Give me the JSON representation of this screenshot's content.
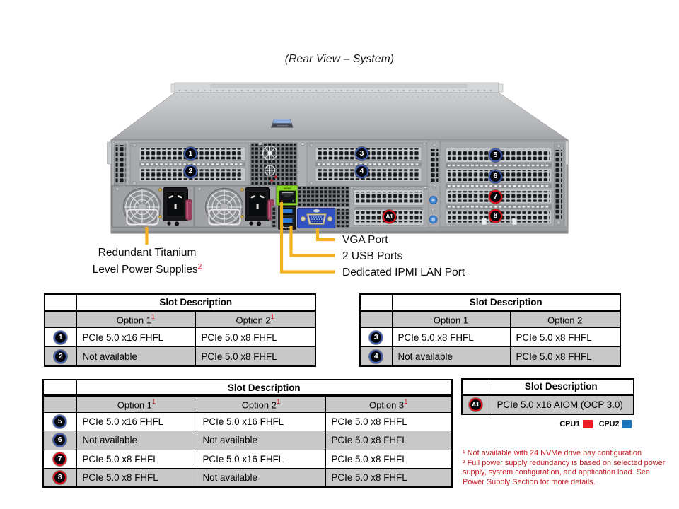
{
  "title": "(Rear View – System)",
  "illustration": {
    "description": "Server chassis rear view",
    "mgmt_port_label": "MGMT",
    "callouts": [
      {
        "num": "1",
        "ring": "blue"
      },
      {
        "num": "2",
        "ring": "blue"
      },
      {
        "num": "3",
        "ring": "blue"
      },
      {
        "num": "4",
        "ring": "blue"
      },
      {
        "num": "5",
        "ring": "blue"
      },
      {
        "num": "6",
        "ring": "blue"
      },
      {
        "num": "7",
        "ring": "red"
      },
      {
        "num": "8",
        "ring": "red"
      },
      {
        "num": "A1",
        "ring": "red"
      }
    ]
  },
  "labels": {
    "psu_line1": "Redundant Titanium",
    "psu_line2": "Level Power Supplies",
    "psu_sup": "2",
    "vga": "VGA Port",
    "usb": "2 USB Ports",
    "ipmi": "Dedicated IPMI LAN Port"
  },
  "tables": [
    {
      "header": "Slot Description",
      "options": [
        {
          "text": "Option 1",
          "sup": "1"
        },
        {
          "text": "Option 2",
          "sup": "1"
        }
      ],
      "rows": [
        {
          "slot": "1",
          "ring": "blue",
          "cells": [
            "PCIe 5.0 x16 FHFL",
            "PCIe 5.0 x8 FHFL"
          ]
        },
        {
          "slot": "2",
          "ring": "blue",
          "cells": [
            "Not available",
            "PCIe 5.0 x8 FHFL"
          ]
        }
      ]
    },
    {
      "header": "Slot Description",
      "options": [
        {
          "text": "Option 1",
          "sup": ""
        },
        {
          "text": "Option 2",
          "sup": ""
        }
      ],
      "rows": [
        {
          "slot": "3",
          "ring": "blue",
          "cells": [
            "PCIe 5.0 x8 FHFL",
            "PCIe 5.0 x8 FHFL"
          ]
        },
        {
          "slot": "4",
          "ring": "blue",
          "cells": [
            "Not available",
            "PCIe 5.0 x8 FHFL"
          ]
        }
      ]
    },
    {
      "header": "Slot Description",
      "options": [
        {
          "text": "Option 1",
          "sup": "1"
        },
        {
          "text": "Option 2",
          "sup": "1"
        },
        {
          "text": "Option 3",
          "sup": "1"
        }
      ],
      "rows": [
        {
          "slot": "5",
          "ring": "blue",
          "cells": [
            "PCIe 5.0 x16 FHFL",
            "PCIe 5.0 x16 FHFL",
            "PCIe 5.0 x8 FHFL"
          ]
        },
        {
          "slot": "6",
          "ring": "blue",
          "cells": [
            "Not available",
            "Not available",
            "PCIe 5.0 x8 FHFL"
          ]
        },
        {
          "slot": "7",
          "ring": "red",
          "cells": [
            "PCIe 5.0 x8 FHFL",
            "PCIe 5.0 x16 FHFL",
            "PCIe 5.0 x8 FHFL"
          ]
        },
        {
          "slot": "8",
          "ring": "red",
          "cells": [
            "PCIe 5.0 x8 FHFL",
            "Not available",
            "PCIe 5.0 x8 FHFL"
          ]
        }
      ]
    },
    {
      "header": "Slot Description",
      "rows": [
        {
          "slot": "A1",
          "ring": "red",
          "cells": [
            "PCIe 5.0 x16 AIOM (OCP 3.0)"
          ]
        }
      ]
    }
  ],
  "legend": {
    "cpu1": "CPU1",
    "cpu1_color": "#ec1c24",
    "cpu2": "CPU2",
    "cpu2_color": "#1b75bb"
  },
  "footnote_lines": [
    "¹ Not available with 24 NVMe drive bay configuration",
    "² Full power supply redundancy is based on selected power",
    "supply, system configuration, and application load. See",
    "Power Supply Section for more details."
  ],
  "colors": {
    "callout_line_yellow": "#f4b01e",
    "callout_ring_blue": "#3e5cad",
    "callout_ring_red": "#df1019",
    "table_row_gray": "#c8c8c8",
    "footnote_red": "#c32026",
    "option_sup_red": "#e8192c",
    "ipmi_port_green": "#86d324",
    "vga_port_blue": "#3351c3",
    "usb_port_blue": "#2f6fc1"
  }
}
